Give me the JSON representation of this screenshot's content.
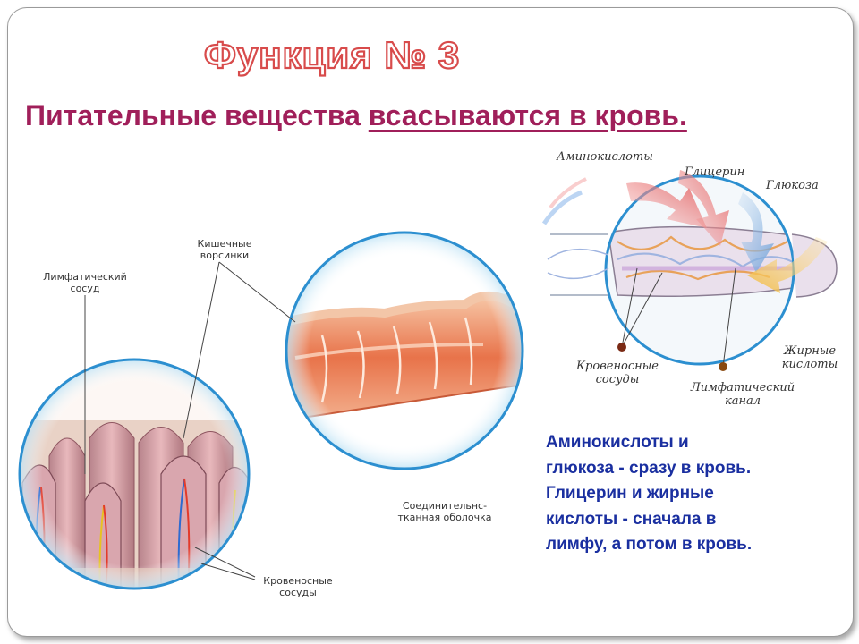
{
  "title": "Функция № 3",
  "subtitle": {
    "part1": "Питательные вещества ",
    "part2": "всасываются в кровь."
  },
  "labels": {
    "lymph_vessel": [
      "Лимфатический",
      "сосуд"
    ],
    "villi": [
      "Кишечные",
      "ворсинки"
    ],
    "blood_vessels_left": [
      "Кровеносные",
      "сосуды"
    ],
    "connective": [
      "Соединительнс-",
      "тканная оболочка"
    ],
    "aminoacids": "Аминокислоты",
    "glycerin": "Глицерин",
    "glucose": "Глюкоза",
    "fatty_acids": [
      "Жирные",
      "кислоты"
    ],
    "blood_vessels_right": [
      "Кровеносные",
      "сосуды"
    ],
    "lymph_canal": [
      "Лимфатический",
      "канал"
    ]
  },
  "note": [
    "Аминокислоты и",
    "глюкоза - сразу в кровь.",
    "Глицерин и жирные",
    "кислоты - сначала в",
    "лимфу, а потом в кровь."
  ]
}
